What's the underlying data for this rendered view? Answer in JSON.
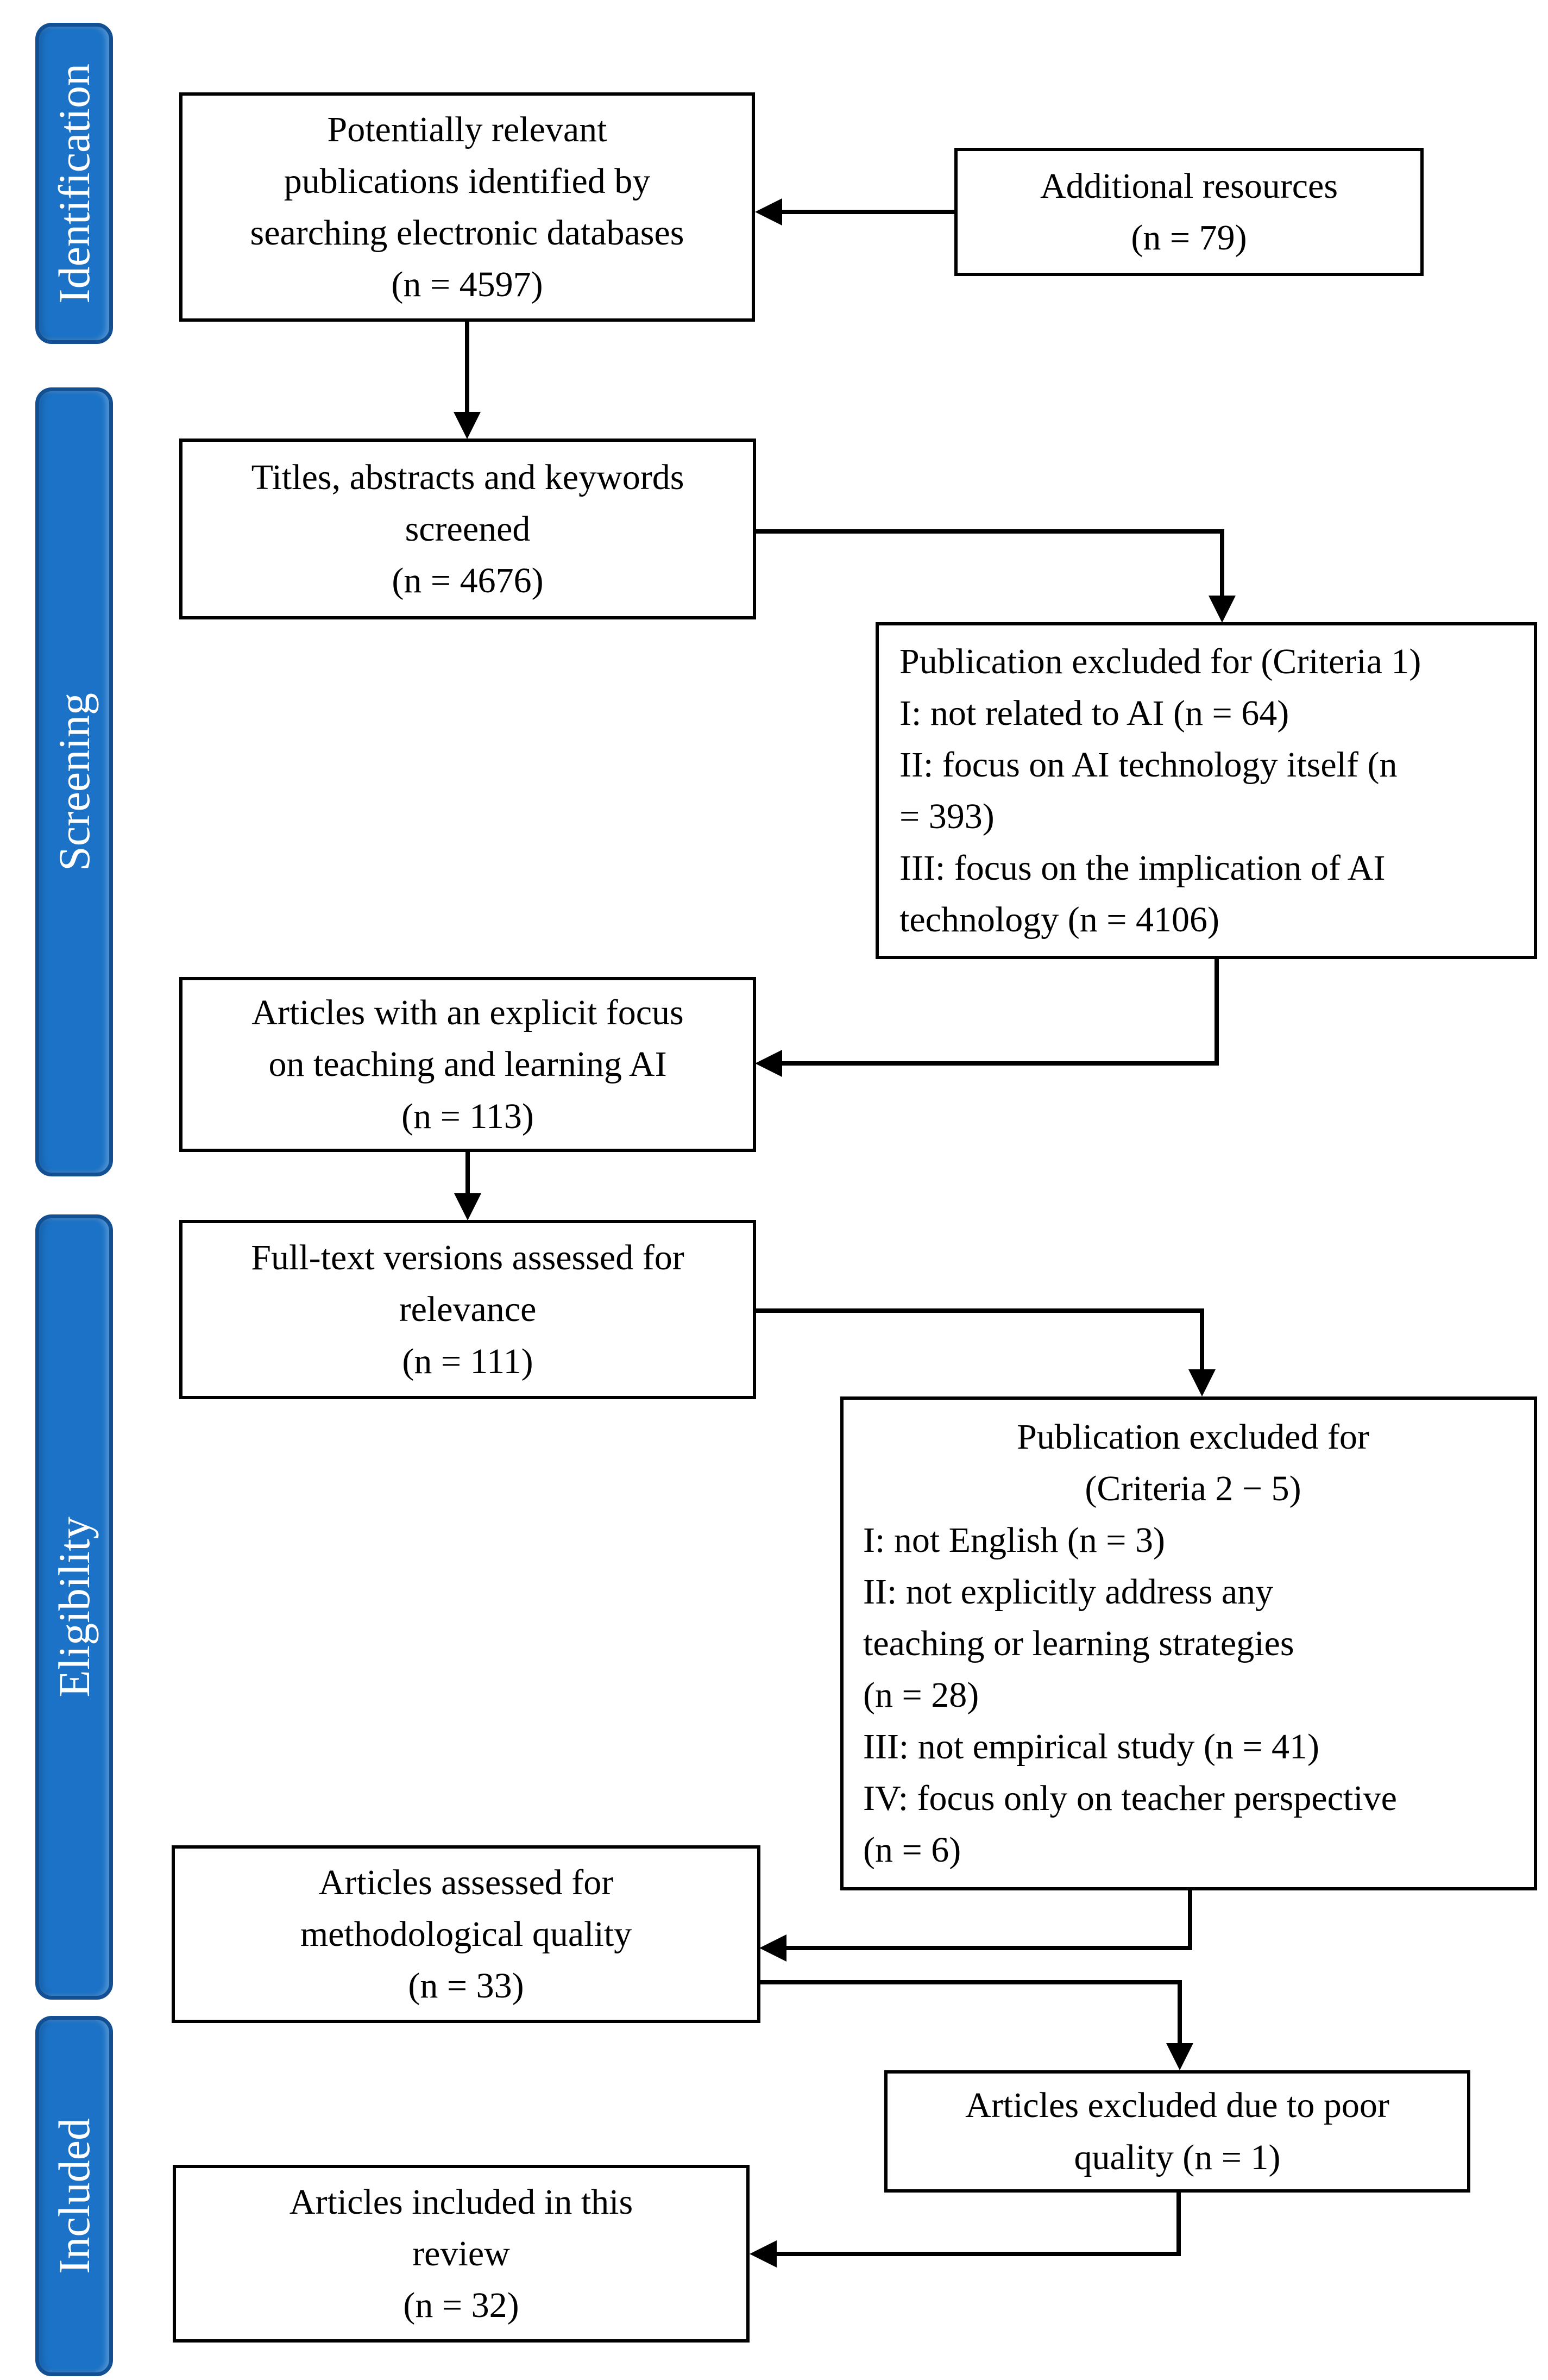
{
  "stage_labels": {
    "identification": "Identification",
    "screening": "Screening",
    "eligibility": "Eligibility",
    "included": "Included"
  },
  "boxes": {
    "identified": "Potentially relevant\npublications identified by\nsearching electronic databases\n(n = 4597)",
    "additional": "Additional resources\n(n = 79)",
    "screened": "Titles, abstracts and keywords\nscreened\n(n = 4676)",
    "excluded_criteria1": "Publication excluded for (Criteria 1)\nI: not related to AI (n = 64)\nII: focus on AI technology itself (n\n= 393)\nIII: focus on the implication of AI\ntechnology (n = 4106)",
    "explicit_focus": "Articles with an explicit focus\non teaching and learning AI\n(n = 113)",
    "fulltext": "Full-text versions assessed for\nrelevance\n(n = 111)",
    "excluded_criteria2_header": "Publication excluded for\n(Criteria 2 − 5)",
    "excluded_criteria2_items": "I: not English (n = 3)\nII: not explicitly address any\nteaching or learning strategies\n(n = 28)\nIII: not empirical study (n = 41)\nIV: focus only on teacher perspective\n(n = 6)",
    "assessed_quality": "Articles assessed for\nmethodological quality\n(n = 33)",
    "excluded_poor_quality": "Articles excluded due to poor\nquality (n = 1)",
    "included_review": "Articles included in this\nreview\n(n = 32)"
  },
  "colors": {
    "stage_fill": "#1b72c6",
    "stage_border": "#134f93",
    "stage_text": "#ffffff",
    "box_border": "#000000"
  }
}
